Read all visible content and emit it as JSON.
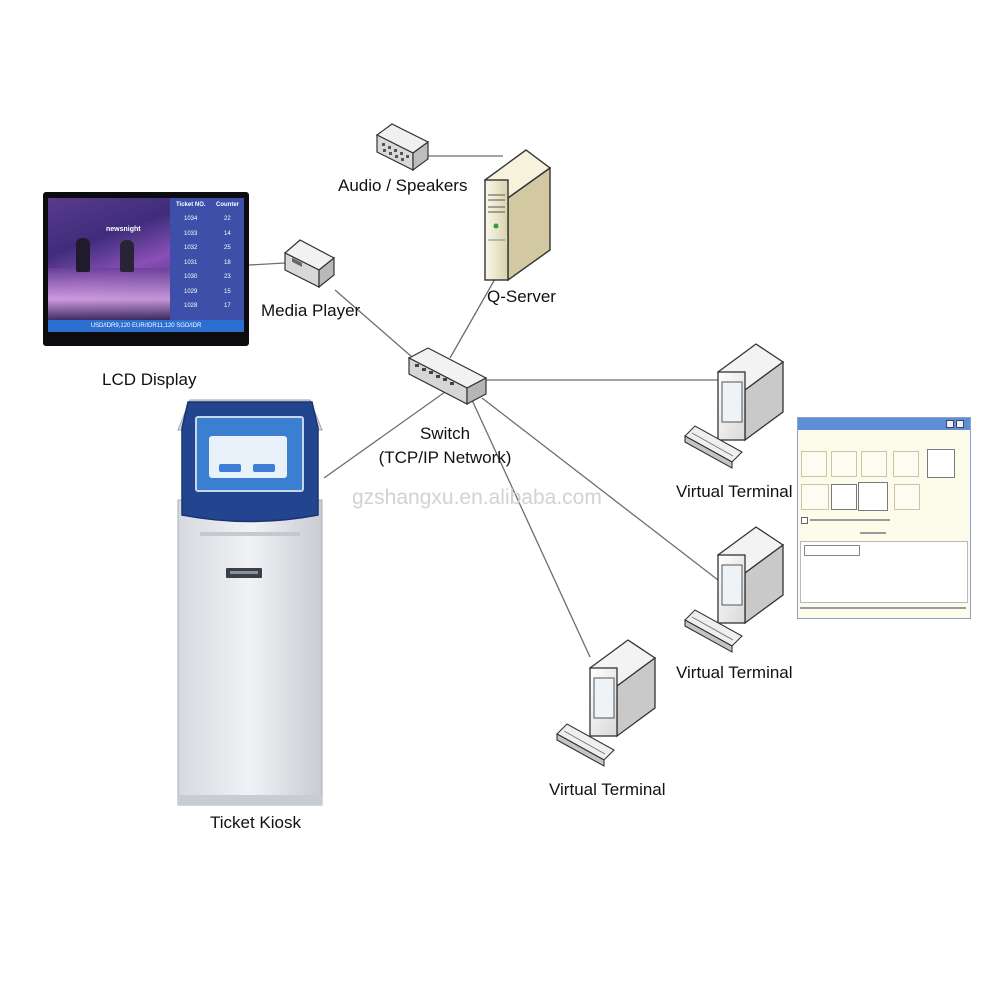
{
  "nodes": {
    "audio": "Audio / Speakers",
    "server": "Q-Server",
    "media_player": "Media Player",
    "lcd": "LCD Display",
    "switch_line1": "Switch",
    "switch_line2": "(TCP/IP Network)",
    "kiosk": "Ticket Kiosk",
    "terminal_1": "Virtual Terminal",
    "terminal_2": "Virtual Terminal",
    "terminal_3": "Virtual Terminal"
  },
  "watermark": "gzshangxu.en.alibaba.com",
  "lcd_board": {
    "brand": "newsnight",
    "col_ticket": "Ticket NO.",
    "col_counter": "Counter",
    "rows": [
      {
        "ticket": "1034",
        "counter": "22"
      },
      {
        "ticket": "1033",
        "counter": "14"
      },
      {
        "ticket": "1032",
        "counter": "25"
      },
      {
        "ticket": "1031",
        "counter": "18"
      },
      {
        "ticket": "1030",
        "counter": "23"
      },
      {
        "ticket": "1029",
        "counter": "15"
      },
      {
        "ticket": "1028",
        "counter": "17"
      }
    ],
    "ticker": "USD/IDR9,120  EUR/IDR11,120  SGD/IDR"
  },
  "colors": {
    "line": "#707070",
    "kiosk_body": "#e9ebef",
    "kiosk_bezel": "#23458f",
    "server_case": "#ece6cc",
    "lcd_table": "#3d4fa8",
    "ticker": "#2c6fd0"
  },
  "icons": [
    "speaker-icon",
    "server-icon",
    "media-player-icon",
    "switch-icon",
    "computer-icon",
    "keyboard-icon",
    "kiosk-icon",
    "lcd-monitor-icon"
  ]
}
